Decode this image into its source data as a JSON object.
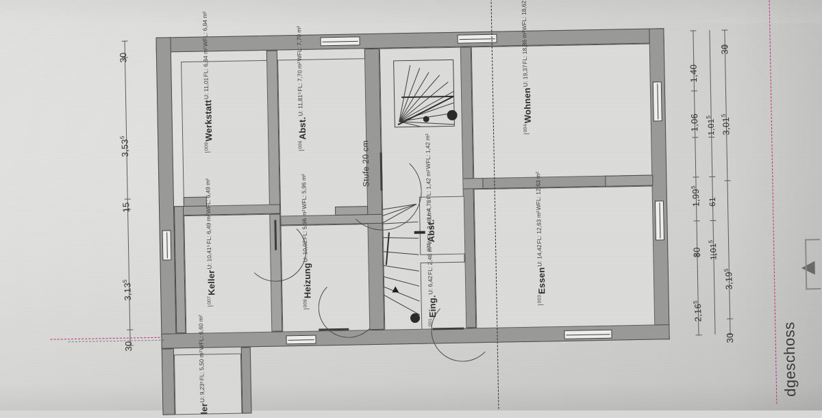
{
  "document": {
    "kind": "architectural-floor-plan",
    "sheet_title_partial": "dgeschoss",
    "stair_note": "Stufe 20 cm"
  },
  "rooms": [
    {
      "number": "009",
      "name": "Werkstatt",
      "u": "U: 11,01",
      "fl": "FL: 6,84 m²",
      "wfl": "WFL: 6,84 m²"
    },
    {
      "number": "006",
      "name": "Abst.",
      "u": "U: 11,81⁵",
      "fl": "FL: 7,70 m²",
      "wfl": "WFL: 7,70 m²"
    },
    {
      "number": "004",
      "name": "Wohnen",
      "u": "U: 19,37",
      "fl": "FL: 18,86 m²",
      "wfl": "WFL: 18,62 m²"
    },
    {
      "number": "007",
      "name": "Keller",
      "u": "U: 10,41⁵",
      "fl": "FL: 6,49 m²",
      "wfl": "WFL: 6,49 m²"
    },
    {
      "number": "008",
      "name": "Heizung",
      "u": "U: 10,02",
      "fl": "FL: 5,96 m²",
      "wfl": "WFL: 5,96 m²"
    },
    {
      "number": "002",
      "name": "Abst.",
      "u": "U: 4,78",
      "fl": "FL: 1,42 m²",
      "wfl": "WFL: 1,42 m²"
    },
    {
      "number": "001",
      "name": "Eing.",
      "u": "U: 6,42",
      "fl": "FL: 2,48 m²",
      "wfl": "WFL: 2,48 m²"
    },
    {
      "number": "003",
      "name": "Essen",
      "u": "U: 14,42",
      "fl": "FL: 12,63 m²",
      "wfl": "WFL: 12,63 m²"
    },
    {
      "number": "",
      "name": "ler",
      "u": "U: 9,23⁵",
      "fl": "FL: 5,50 m²",
      "wfl": "WFL: 6,60 m²"
    }
  ],
  "dimensions": {
    "left_chain": [
      {
        "value": "30",
        "sup": ""
      },
      {
        "value": "3,53",
        "sup": "5"
      },
      {
        "value": "15",
        "sup": ""
      },
      {
        "value": "3,13",
        "sup": "5"
      },
      {
        "value": "30",
        "sup": ""
      }
    ],
    "right_inner_chain": [
      {
        "value": "1,40",
        "sup": ""
      },
      {
        "value": "1,06",
        "sup": ""
      },
      {
        "value": "1,99",
        "sup": "5"
      },
      {
        "value": "80",
        "sup": ""
      },
      {
        "value": "2,16",
        "sup": "5"
      }
    ],
    "right_middle_chain": [
      {
        "value": "1,01",
        "sup": "5"
      },
      {
        "value": "61",
        "sup": ""
      },
      {
        "value": "1,01",
        "sup": "5"
      }
    ],
    "right_outer_chain": [
      {
        "value": "30",
        "sup": ""
      },
      {
        "value": "3,01",
        "sup": "5"
      },
      {
        "value": "3,19",
        "sup": "5"
      },
      {
        "value": "30",
        "sup": ""
      }
    ]
  },
  "colors": {
    "paper": "#d8d8d6",
    "wall_fill": "#9a9a99",
    "room_fill": "#dcdcda",
    "line": "#4a4a4a",
    "axis_pink": "#c2297a",
    "text": "#2f2f2f"
  }
}
